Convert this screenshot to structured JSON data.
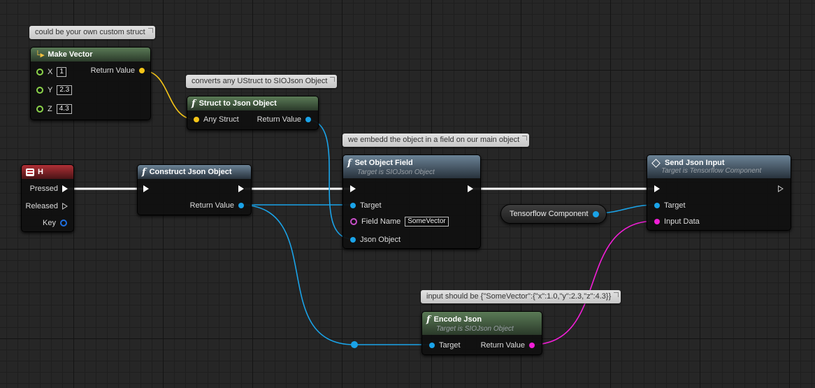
{
  "colors": {
    "vector_pin": "#f5c518",
    "struct_pin": "#f5c518",
    "object_pin": "#1aa3e8",
    "string_pin": "#f21ed7",
    "name_pin": "#c84fc8",
    "float_pin": "#8cd44a",
    "exec_wire": "#ffffff"
  },
  "comments": {
    "make_vector": "could be your own custom struct",
    "struct_to_json": "converts any UStruct to SIOJson Object",
    "set_object_field": "we embedd the object in a field on our main object",
    "encode_json": "input should be {\"SomeVector\":{\"x\":1.0,\"y\":2.3,\"z\":4.3}}"
  },
  "make_vector": {
    "title": "Make Vector",
    "inputs": [
      {
        "label": "X",
        "value": "1"
      },
      {
        "label": "Y",
        "value": "2.3"
      },
      {
        "label": "Z",
        "value": "4.3"
      }
    ],
    "output": "Return Value"
  },
  "struct_to_json": {
    "title": "Struct to Json Object",
    "input": "Any Struct",
    "output": "Return Value"
  },
  "key_event": {
    "title": "H",
    "pins": [
      "Pressed",
      "Released",
      "Key"
    ]
  },
  "construct_json": {
    "title": "Construct Json Object",
    "output": "Return Value"
  },
  "set_object_field": {
    "title": "Set Object Field",
    "subtitle": "Target is SIOJson Object",
    "target": "Target",
    "field_name": "Field Name",
    "field_value": "SomeVector",
    "json_object": "Json Object"
  },
  "tensorflow_component": {
    "label": "Tensorflow Component"
  },
  "send_json_input": {
    "title": "Send Json Input",
    "subtitle": "Target is Tensorflow Component",
    "target": "Target",
    "input_data": "Input Data"
  },
  "encode_json": {
    "title": "Encode Json",
    "subtitle": "Target is SIOJson Object",
    "target": "Target",
    "output": "Return Value"
  }
}
